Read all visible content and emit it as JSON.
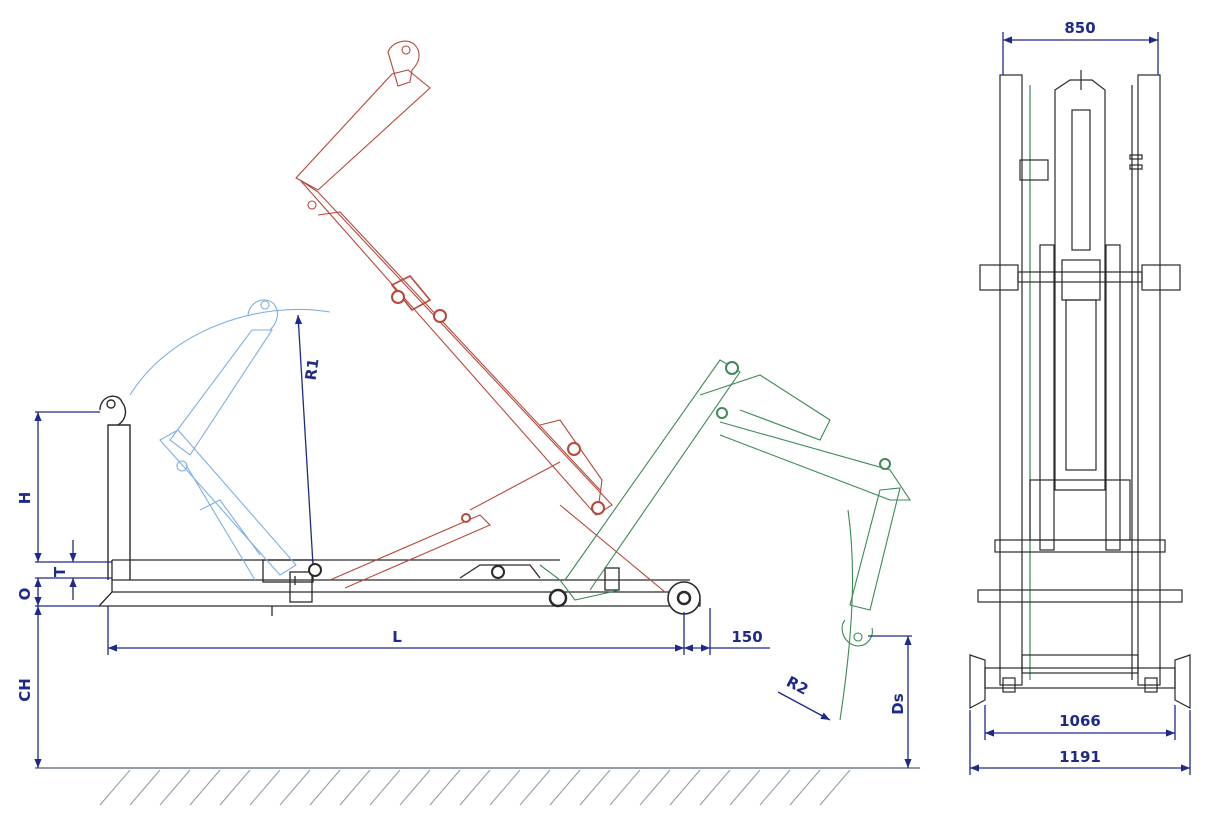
{
  "colors": {
    "dimension": "#1d2a8a",
    "outline_dark": "#2a2a2a",
    "arm_red": "#b5483a",
    "arm_blue": "#7fb0e0",
    "arm_green": "#3c8a55",
    "ground_hatch": "#556077"
  },
  "labels": {
    "H": "H",
    "T": "T",
    "O": "O",
    "CH": "CH",
    "R1": "R1",
    "R2": "R2",
    "L": "L",
    "offset_150": "150",
    "Ds": "Ds",
    "width_850": "850",
    "width_1066": "1066",
    "width_1191": "1191"
  }
}
